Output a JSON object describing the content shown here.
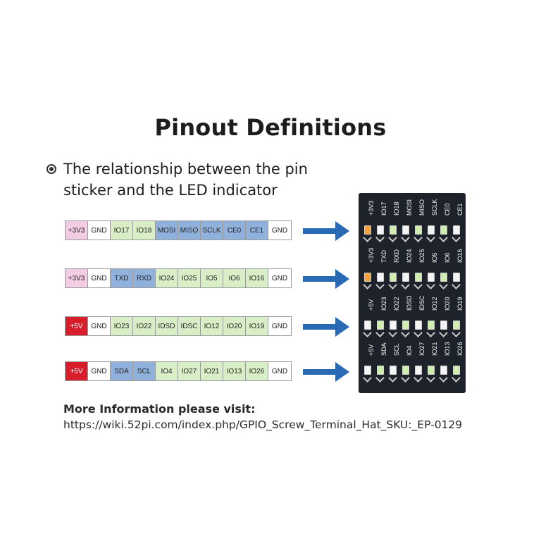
{
  "title": "Pinout Definitions",
  "description": "The relationship between the pin sticker and the LED indicator",
  "strips": [
    {
      "cells": [
        {
          "label": "+3V3",
          "color": "pink"
        },
        {
          "label": "GND",
          "color": "white"
        },
        {
          "label": "IO17",
          "color": "green"
        },
        {
          "label": "IO18",
          "color": "green"
        },
        {
          "label": "MOSI",
          "color": "blue"
        },
        {
          "label": "MISO",
          "color": "blue"
        },
        {
          "label": "SCLK",
          "color": "blue"
        },
        {
          "label": "CE0",
          "color": "blue"
        },
        {
          "label": "CE1",
          "color": "blue"
        },
        {
          "label": "GND",
          "color": "white"
        }
      ]
    },
    {
      "cells": [
        {
          "label": "+3V3",
          "color": "pink"
        },
        {
          "label": "GND",
          "color": "white"
        },
        {
          "label": "TXD",
          "color": "blue"
        },
        {
          "label": "RXD",
          "color": "blue"
        },
        {
          "label": "IO24",
          "color": "green"
        },
        {
          "label": "IO25",
          "color": "green"
        },
        {
          "label": "IO5",
          "color": "green"
        },
        {
          "label": "IO6",
          "color": "green"
        },
        {
          "label": "IO16",
          "color": "green"
        },
        {
          "label": "GND",
          "color": "white"
        }
      ]
    },
    {
      "cells": [
        {
          "label": "+5V",
          "color": "red"
        },
        {
          "label": "GND",
          "color": "white"
        },
        {
          "label": "IO23",
          "color": "green"
        },
        {
          "label": "IO22",
          "color": "green"
        },
        {
          "label": "IDSD",
          "color": "green"
        },
        {
          "label": "IDSC",
          "color": "green"
        },
        {
          "label": "IO12",
          "color": "green"
        },
        {
          "label": "IO20",
          "color": "green"
        },
        {
          "label": "IO19",
          "color": "green"
        },
        {
          "label": "GND",
          "color": "white"
        }
      ]
    },
    {
      "cells": [
        {
          "label": "+5V",
          "color": "red"
        },
        {
          "label": "GND",
          "color": "white"
        },
        {
          "label": "SDA",
          "color": "blue"
        },
        {
          "label": "SCL",
          "color": "blue"
        },
        {
          "label": "IO4",
          "color": "green"
        },
        {
          "label": "IO27",
          "color": "green"
        },
        {
          "label": "IO21",
          "color": "green"
        },
        {
          "label": "IO13",
          "color": "green"
        },
        {
          "label": "IO26",
          "color": "green"
        },
        {
          "label": "GND",
          "color": "white"
        }
      ]
    }
  ],
  "board_rows": [
    {
      "labels": [
        "+3V3",
        "IO17",
        "IO18",
        "MOSI",
        "MISO",
        "SCLK",
        "CE0",
        "CE1"
      ],
      "leds": [
        "orange",
        "white",
        "green",
        "white",
        "green",
        "white",
        "green",
        "white"
      ]
    },
    {
      "labels": [
        "+3V3",
        "TXD",
        "RXD",
        "IO24",
        "IO25",
        "IO5",
        "IO6",
        "IO16"
      ],
      "leds": [
        "orange",
        "white",
        "green",
        "white",
        "green",
        "white",
        "green",
        "white"
      ]
    },
    {
      "labels": [
        "+5V",
        "IO23",
        "IO22",
        "IDSD",
        "IDSC",
        "IO12",
        "IO20",
        "IO19"
      ],
      "leds": [
        "white",
        "green",
        "white",
        "green",
        "white",
        "green",
        "white",
        "green"
      ]
    },
    {
      "labels": [
        "+5V",
        "SDA",
        "SCL",
        "IO4",
        "IO27",
        "IO21",
        "IO13",
        "IO26"
      ],
      "leds": [
        "white",
        "green",
        "white",
        "green",
        "white",
        "green",
        "white",
        "green"
      ]
    }
  ],
  "colors": {
    "arrow": "#2a6ab4",
    "led_orange": "#f4a23e",
    "led_green": "#cfeeb0",
    "led_white": "#f4f4f4"
  },
  "footer": {
    "more_info": "More Information please visit:",
    "url": "https://wiki.52pi.com/index.php/GPIO_Screw_Terminal_Hat_SKU:_EP-0129"
  }
}
